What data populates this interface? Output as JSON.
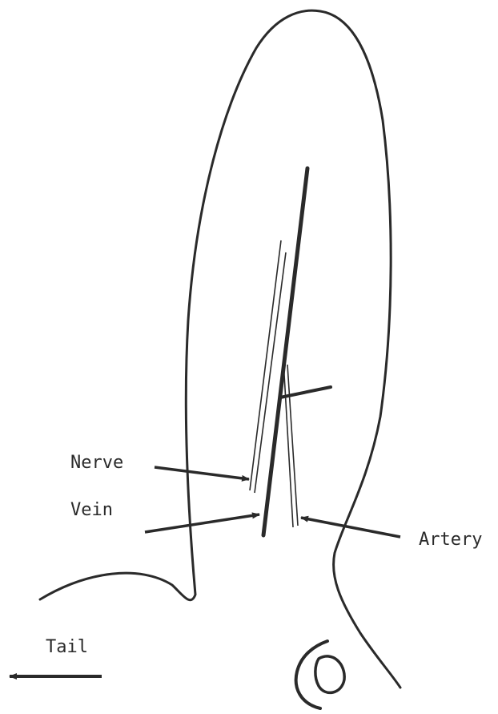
{
  "labels": {
    "nerve": "Nerve",
    "vein": "Vein",
    "artery": "Artery",
    "tail": "Tail"
  },
  "colors": {
    "ink": "#2a2a2a",
    "background": "#ffffff"
  }
}
